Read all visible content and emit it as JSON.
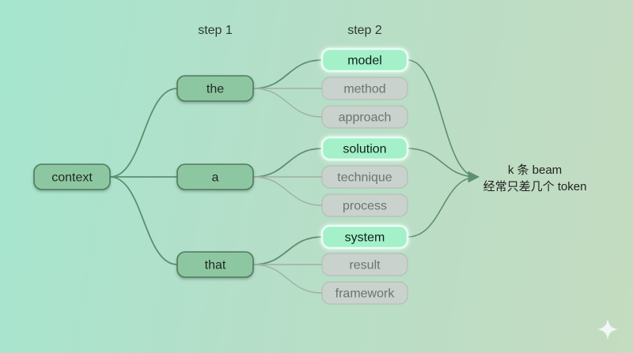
{
  "headers": {
    "step1": "step 1",
    "step2": "step 2"
  },
  "root": {
    "label": "context"
  },
  "branches": [
    {
      "label": "the",
      "children": [
        {
          "label": "model",
          "selected": true
        },
        {
          "label": "method",
          "selected": false
        },
        {
          "label": "approach",
          "selected": false
        }
      ]
    },
    {
      "label": "a",
      "children": [
        {
          "label": "solution",
          "selected": true
        },
        {
          "label": "technique",
          "selected": false
        },
        {
          "label": "process",
          "selected": false
        }
      ]
    },
    {
      "label": "that",
      "children": [
        {
          "label": "system",
          "selected": true
        },
        {
          "label": "result",
          "selected": false
        },
        {
          "label": "framework",
          "selected": false
        }
      ]
    }
  ],
  "note": {
    "line1": "k 条 beam",
    "line2": "经常只差几个 token"
  },
  "colors": {
    "green_node_fill": "#8dc7a1",
    "green_node_border": "#4f7a5c",
    "selected_fill": "#a3f0c9",
    "selected_glow": "#e6fff2",
    "dim_fill": "#c9d2cc",
    "dim_border": "#b4beb7",
    "dim_text": "#6b7670",
    "edge_green": "#5e8f70",
    "edge_dim": "#9fb0a6"
  },
  "icons": {
    "corner": "sparkle-icon"
  }
}
